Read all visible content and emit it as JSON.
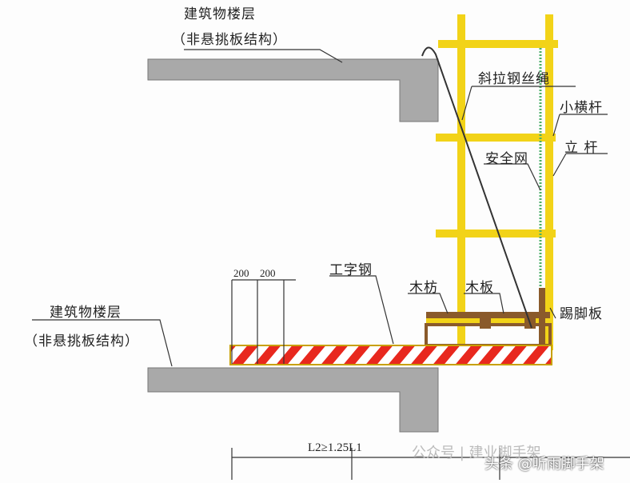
{
  "labels": {
    "upper_floor": "建筑物楼层",
    "upper_floor_note": "（非悬挑板结构）",
    "lower_floor": "建筑物楼层",
    "lower_floor_note": "（非悬挑板结构）",
    "wire_rope": "斜拉钢丝绳",
    "small_crossbar": "小横杆",
    "upright_pole": "立 杆",
    "safety_net": "安全网",
    "i_beam": "工字钢",
    "wood_batten": "木枋",
    "wood_board": "木板",
    "toe_board": "踢脚板",
    "dim_1": "200",
    "dim_2": "200",
    "length_rule": "L2≥1.25L1"
  },
  "watermarks": {
    "wechat": "公众号 | 建业脚手架",
    "toutiao": "头条 @听雨脚手架"
  },
  "colors": {
    "concrete": "#a9a9a9",
    "scaffold": "#f2d318",
    "stripe_red": "#e8281e",
    "wood": "#8a5a2b",
    "net": "#4caf6a"
  }
}
